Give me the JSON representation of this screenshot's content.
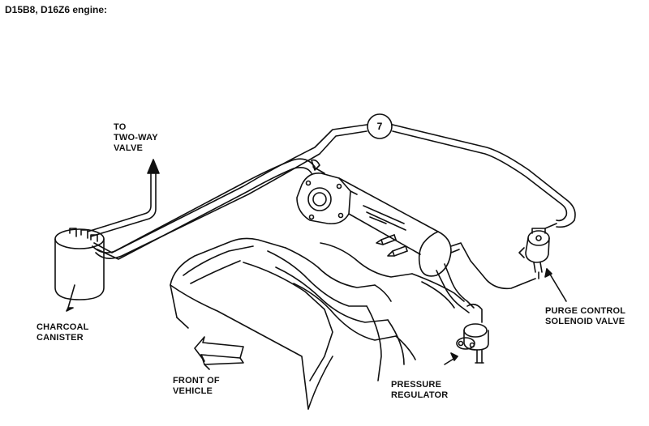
{
  "title": "D15B8, D16Z6 engine:",
  "callout": "7",
  "labels": {
    "two_way_valve": [
      "TO",
      "TWO-WAY",
      "VALVE"
    ],
    "charcoal_canister": [
      "CHARCOAL",
      "CANISTER"
    ],
    "front_of_vehicle": [
      "FRONT OF",
      "VEHICLE"
    ],
    "pressure_regulator": [
      "PRESSURE",
      "REGULATOR"
    ],
    "purge_control": [
      "PURGE CONTROL",
      "SOLENOID VALVE"
    ]
  }
}
